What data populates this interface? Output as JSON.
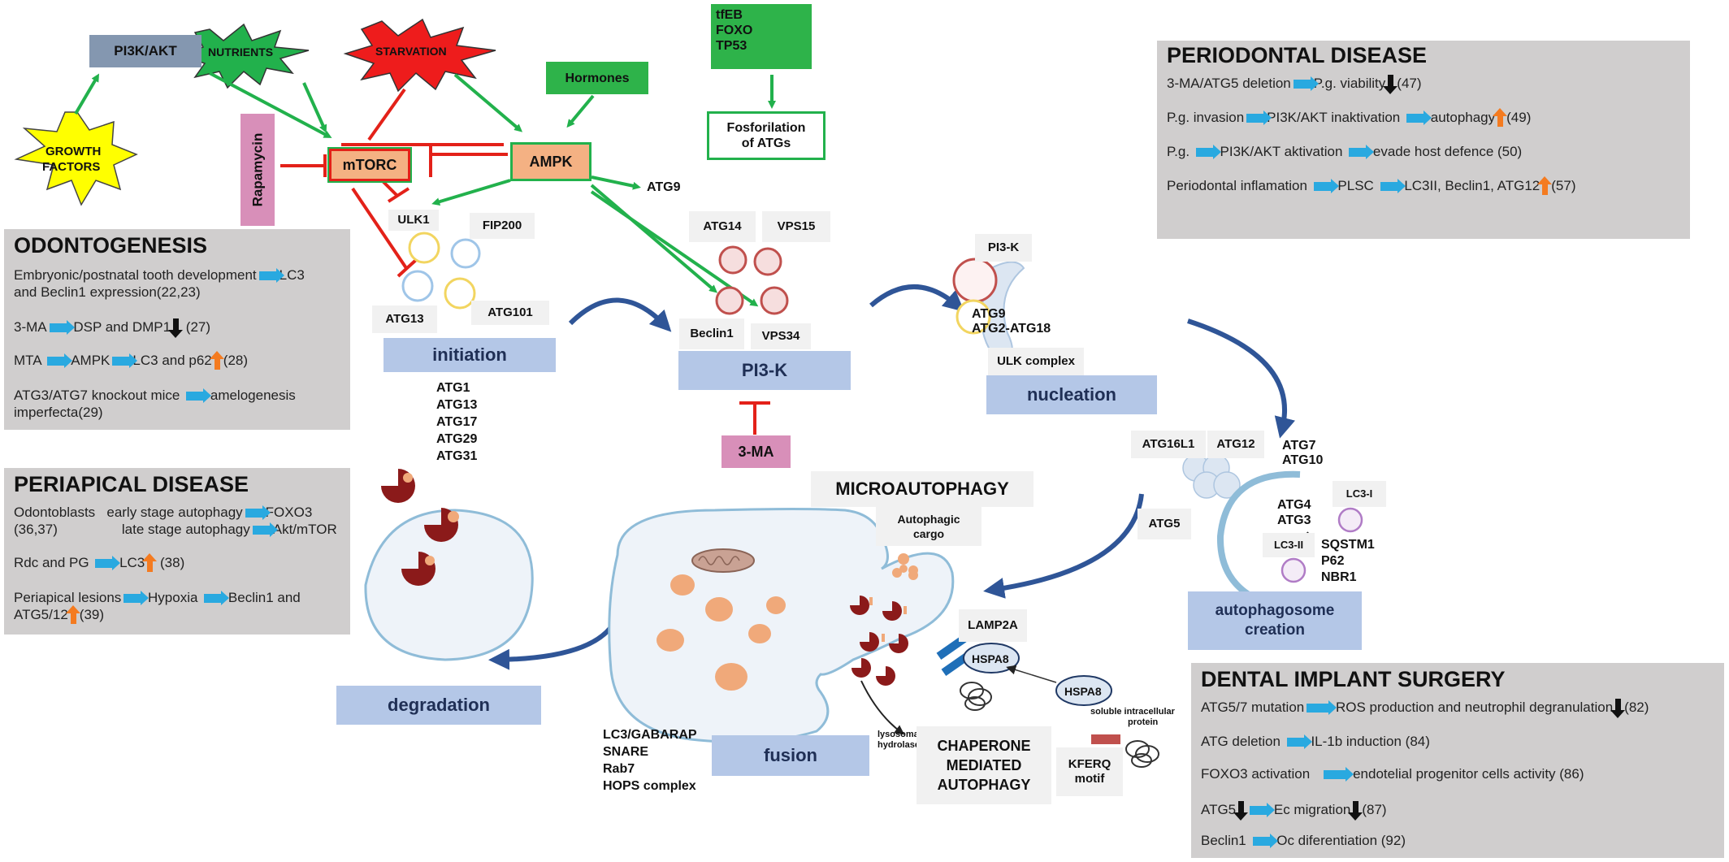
{
  "signals": {
    "pi3k_akt": "PI3K/AKT",
    "nutrients": "NUTRIENTS",
    "starvation": "STARVATION",
    "growth_factors_l1": "GROWTH",
    "growth_factors_l2": "FACTORS",
    "hormones": "Hormones",
    "rapamycin": "Rapamycin",
    "mtorc": "mTORC",
    "ampk": "AMPK",
    "tf_1": "tfEB",
    "tf_2": "FOXO",
    "tf_3": "TP53",
    "fosforilation_l1": "Fosforilation",
    "fosforilation_l2": "of ATGs",
    "atg9_top": "ATG9"
  },
  "initiation": {
    "ulk1": "ULK1",
    "fip200": "FIP200",
    "atg13": "ATG13",
    "atg101": "ATG101",
    "stage": "initiation",
    "list": [
      "ATG1",
      "ATG13",
      "ATG17",
      "ATG29",
      "ATG31"
    ]
  },
  "pi3k": {
    "atg14": "ATG14",
    "vps15": "VPS15",
    "beclin1": "Beclin1",
    "vps34": "VPS34",
    "stage": "PI3-K",
    "inhibitor": "3-MA"
  },
  "nucleation": {
    "pi3k": "PI3-K",
    "atg9": "ATG9",
    "atg2": "ATG2-ATG18",
    "ulk": "ULK complex",
    "stage": "nucleation"
  },
  "autophagosome": {
    "atg16l1": "ATG16L1",
    "atg12": "ATG12",
    "atg7": "ATG7",
    "atg10": "ATG10",
    "lc3i": "LC3-I",
    "atg4": "ATG4",
    "atg3": "ATG3",
    "atg5": "ATG5",
    "lc3ii": "LC3-II",
    "sqstm1": "SQSTM1",
    "p62": "P62",
    "nbr1": "NBR1",
    "stage_l1": "autophagosome",
    "stage_l2": "creation"
  },
  "lysosome": {
    "micro": "MICROAUTOPHAGY",
    "cargo_l1": "Autophagic",
    "cargo_l2": "cargo",
    "lamp2a": "LAMP2A",
    "hspa8_a": "HSPA8",
    "hspa8_b": "HSPA8",
    "soluble_l1": "soluble intracellular",
    "soluble_l2": "protein",
    "hydrolases_l1": "lysosomal",
    "hydrolases_l2": "hydrolases",
    "cma_l1": "CHAPERONE",
    "cma_l2": "MEDIATED",
    "cma_l3": "AUTOPHAGY",
    "kferq_l1": "KFERQ",
    "kferq_l2": "motif",
    "fusion_list": [
      "LC3/GABARAP",
      "SNARE",
      "Rab7",
      "HOPS complex"
    ],
    "fusion": "fusion",
    "degradation": "degradation"
  },
  "panels": {
    "periodontal": {
      "title": "PERIODONTAL DISEASE",
      "r1a": "3-MA/ATG5 deletion",
      "r1b": "P.g.  viability",
      "r1c": "(47)",
      "r2a": "P.g. invasion",
      "r2b": "PI3K/AKT inaktivation",
      "r2c": "autophagy",
      "r2d": "(49)",
      "r3a": "P.g.",
      "r3b": "PI3K/AKT aktivation",
      "r3c": "evade host defence (50)",
      "r4a": "Periodontal inflamation",
      "r4b": "PLSC",
      "r4c": "LC3II, Beclin1, ATG12",
      "r4d": "(57)"
    },
    "odontogenesis": {
      "title": "ODONTOGENESIS",
      "r1a": "Embryonic/postnatal tooth development",
      "r1b": "LC3",
      "r1c": "and Beclin1 expression(22,23)",
      "r2a": "3-MA",
      "r2b": "DSP and DMP1",
      "r2c": "(27)",
      "r3a": "MTA",
      "r3b": "AMPK",
      "r3c": "LC3 and p62",
      "r3d": "(28)",
      "r4a": "ATG3/ATG7 knockout mice",
      "r4b": "amelogenesis",
      "r4c": "imperfecta(29)"
    },
    "periapical": {
      "title": "PERIAPICAL DISEASE",
      "r1a": "Odontoblasts",
      "r1b": "early stage autophagy",
      "r1c": "FOXO3",
      "r2a": "(36,37)",
      "r2b": "late stage autophagy",
      "r2c": "Akt/mTOR",
      "r3a": "Rdc and PG",
      "r3b": "LC3",
      "r3c": "(38)",
      "r4a": "Periapical lesions",
      "r4b": "Hypoxia",
      "r4c": "Beclin1 and",
      "r5a": "ATG5/12",
      "r5b": "(39)"
    },
    "implant": {
      "title": "DENTAL IMPLANT SURGERY",
      "r1a": "ATG5/7 mutation",
      "r1b": "ROS production and neutrophil degranulation",
      "r1c": "(82)",
      "r2a": "ATG deletion",
      "r2b": "IL-1b induction (84)",
      "r3a": "FOXO3 activation",
      "r3b": "endotelial progenitor cells activity (86)",
      "r4a": "ATG5",
      "r4b": "Ec migration",
      "r4c": "(87)",
      "r5a": "Beclin1",
      "r5b": "Oc diferentiation  (92)"
    }
  },
  "colors": {
    "green": "#22b14c",
    "red": "#e32119",
    "stage": "#b4c7e7",
    "panel": "#d0cece",
    "arrow_blue": "#29a9e0",
    "curve_blue": "#2f5597"
  }
}
